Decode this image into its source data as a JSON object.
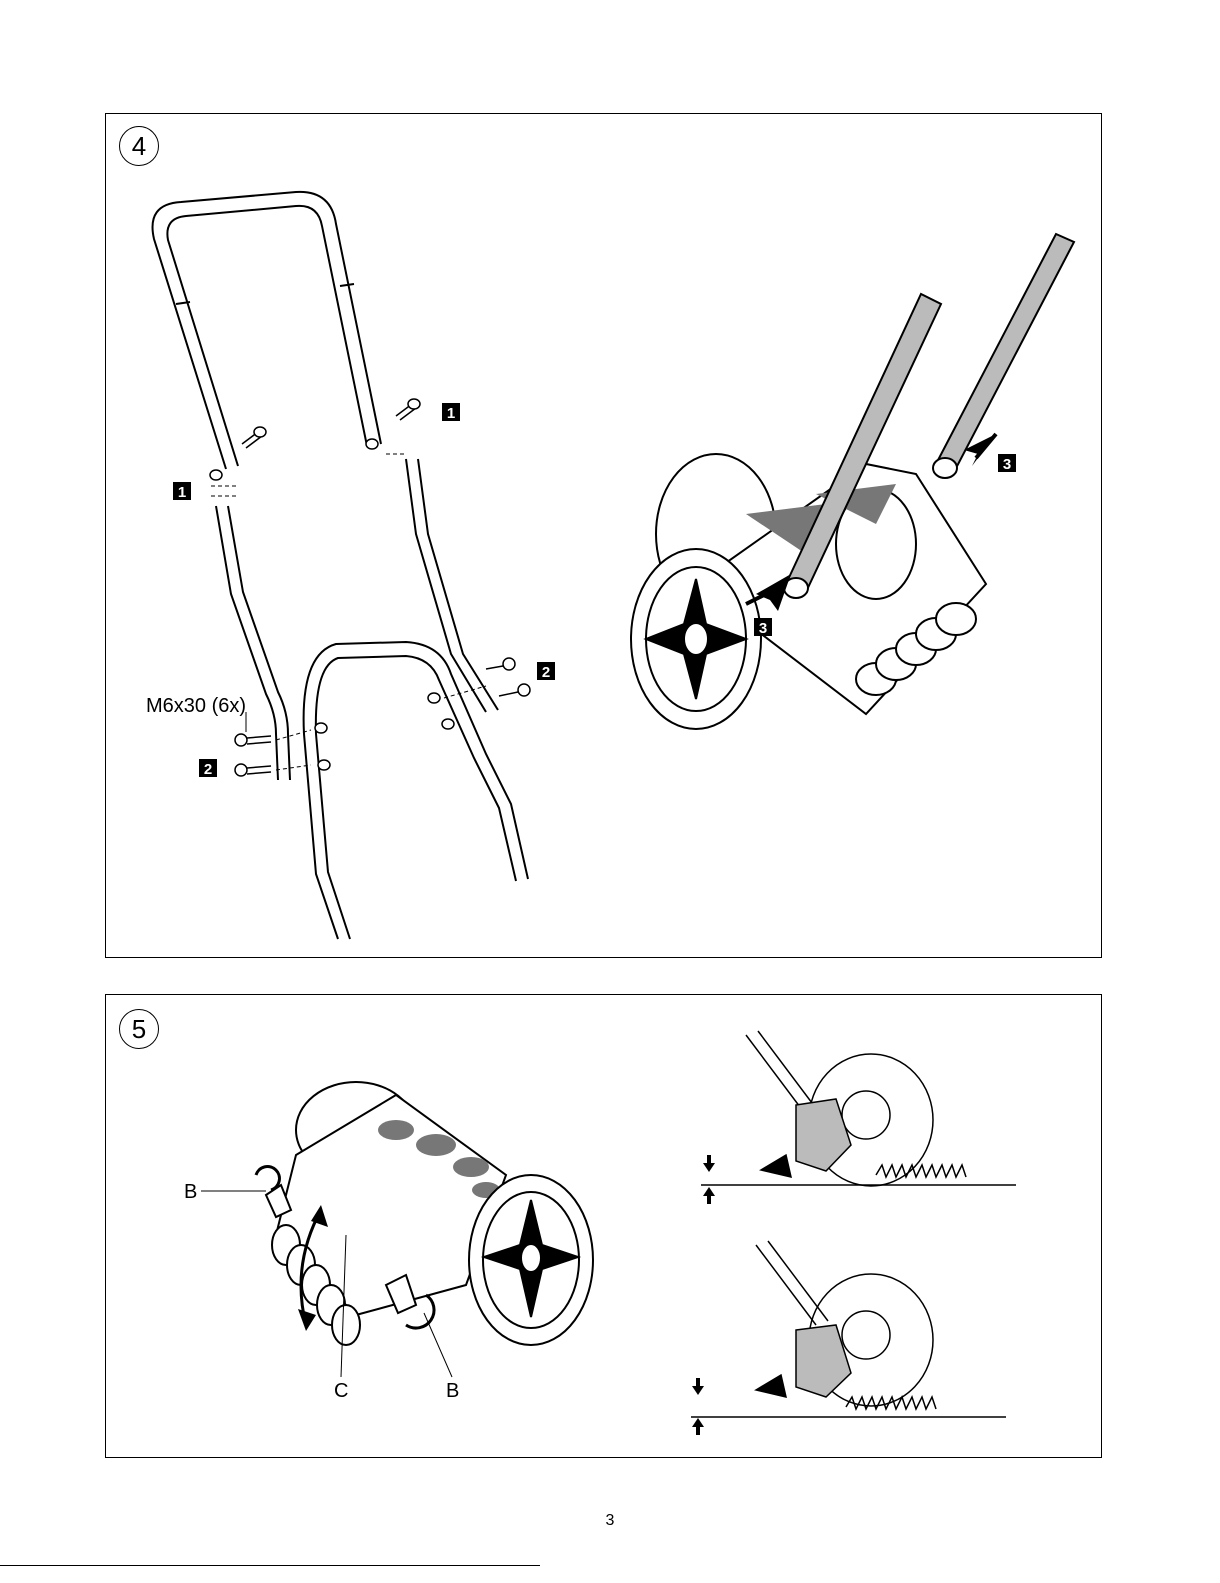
{
  "step4": {
    "number": "4",
    "screw_spec": "M6x30 (6x)",
    "badge_1": "1",
    "badge_2": "2",
    "badge_3": "3"
  },
  "step5": {
    "number": "5",
    "label_b": "B",
    "label_c": "C"
  },
  "page_number": "3"
}
